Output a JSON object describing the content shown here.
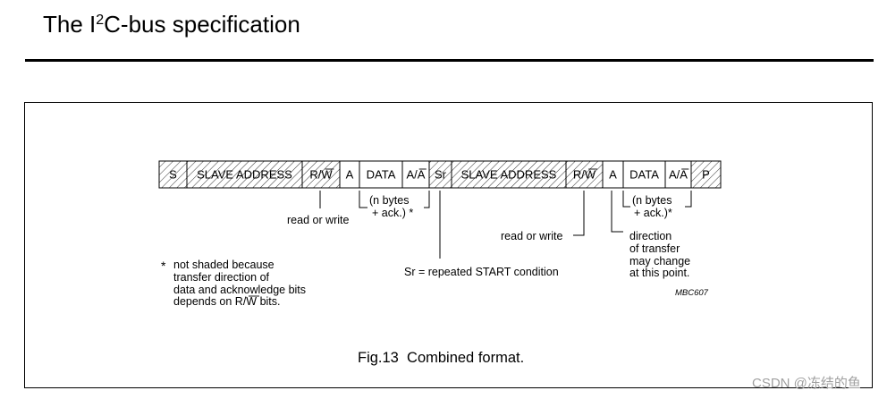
{
  "header": {
    "title_pre": "The I",
    "title_sup": "2",
    "title_post": "C-bus specification"
  },
  "fields": [
    {
      "label": "S",
      "shaded": true
    },
    {
      "label": "SLAVE ADDRESS",
      "shaded": true
    },
    {
      "label": "R/W",
      "overline": "W",
      "shaded": true
    },
    {
      "label": "A",
      "shaded": false
    },
    {
      "label": "DATA",
      "shaded": false
    },
    {
      "label": "A/A",
      "overline": "A",
      "shaded": false
    },
    {
      "label": "Sr",
      "shaded": true
    },
    {
      "label": "SLAVE ADDRESS",
      "shaded": true
    },
    {
      "label": "R/W",
      "overline": "W",
      "shaded": true
    },
    {
      "label": "A",
      "shaded": false
    },
    {
      "label": "DATA",
      "shaded": false
    },
    {
      "label": "A/A",
      "overline": "A",
      "shaded": false
    },
    {
      "label": "P",
      "shaded": true
    }
  ],
  "annotations": {
    "nbytes1": [
      "(n bytes",
      "+ ack.) *"
    ],
    "nbytes2": [
      "(n bytes",
      "+ ack.)*"
    ],
    "read_write_1": "read or write",
    "read_write_2": "read or write",
    "direction": [
      "direction",
      "of transfer",
      "may change",
      "at this point."
    ],
    "sr_note": "Sr = repeated START condition",
    "footnote_star": "*",
    "footnote_lines": [
      "not shaded because",
      "transfer direction of",
      "data and acknowledge bits",
      "depends on R/W bits."
    ],
    "footnote_overline": "W",
    "figure_code": "MBC607",
    "caption": "Fig.13  Combined format."
  },
  "watermark": "CSDN @冻结的鱼"
}
